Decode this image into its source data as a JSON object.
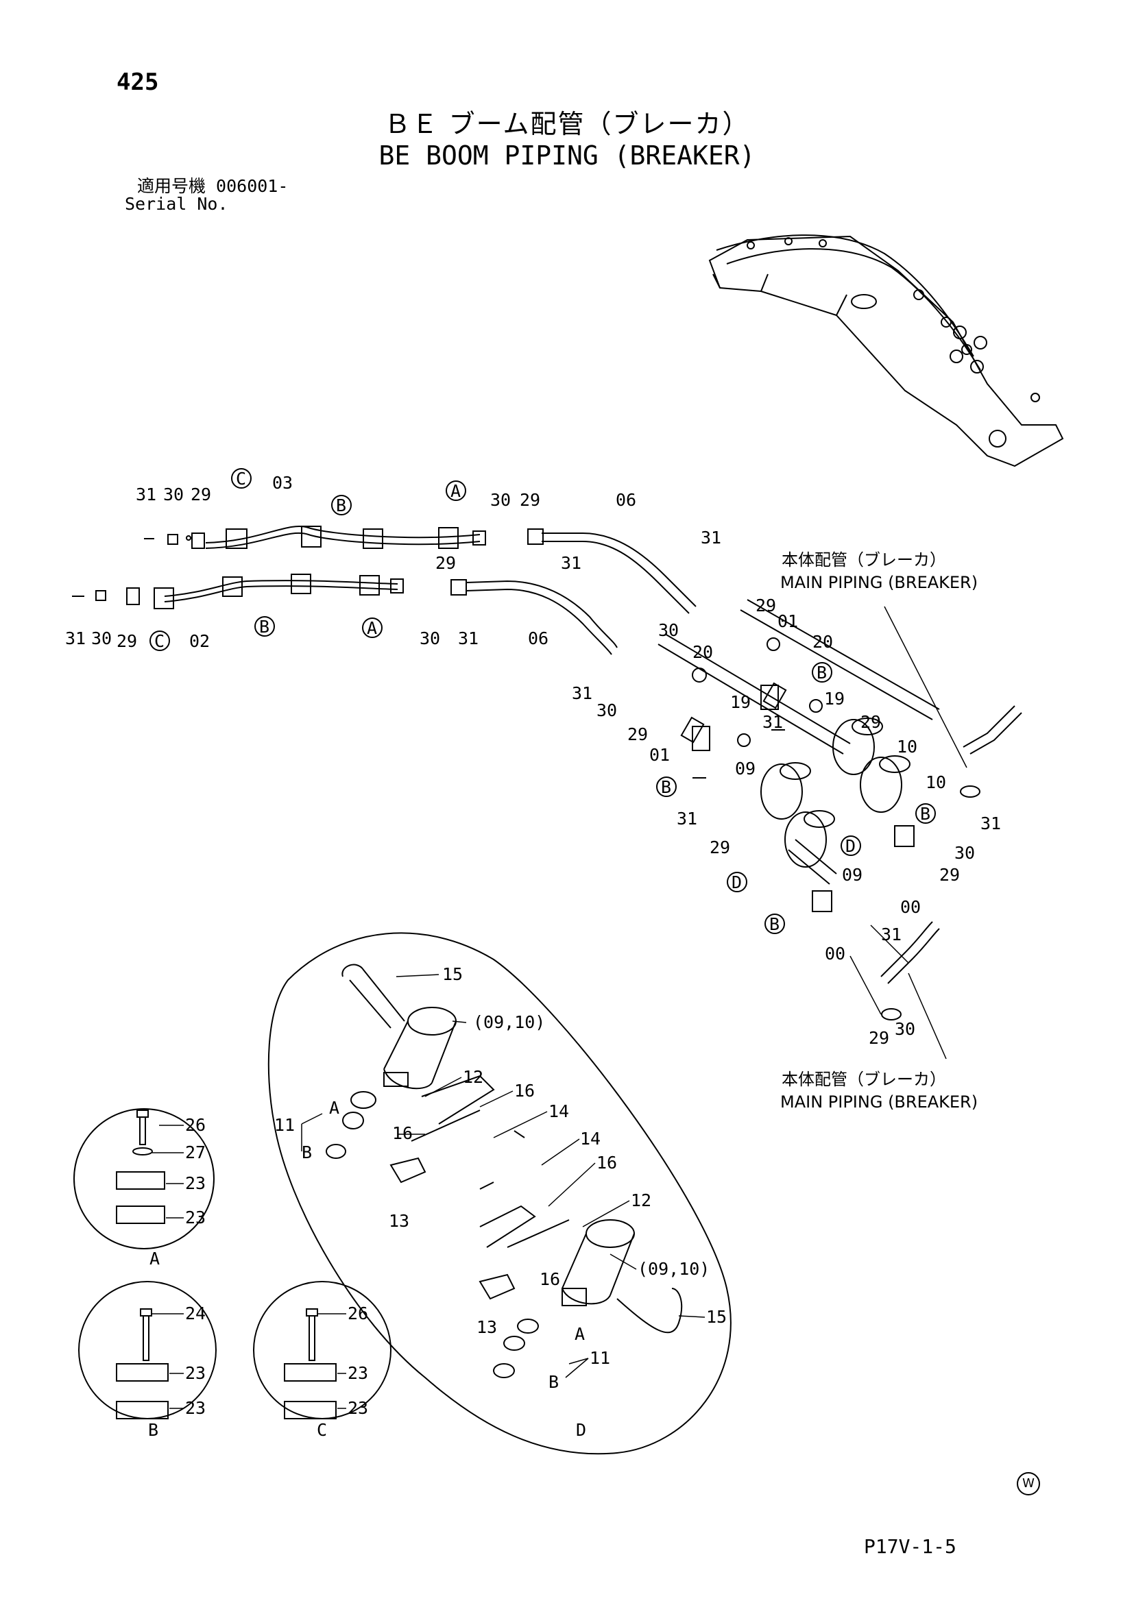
{
  "page_number": "425",
  "title_jp": "ＢＥ ブーム配管（ブレーカ）",
  "title_en": "BE BOOM PIPING (BREAKER)",
  "serial_label_jp": "適用号機 006001-",
  "serial_label_en": "Serial No.",
  "page_code": "P17V-1-5",
  "watermark": "W",
  "annotations": {
    "main_piping_jp": "本体配管（ブレーカ）",
    "main_piping_en": "MAIN PIPING (BREAKER)"
  },
  "callouts": {
    "c_a": "A",
    "c_b": "B",
    "c_c": "C",
    "c_d": "D",
    "p00": "00",
    "p01": "01",
    "p02": "02",
    "p03": "03",
    "p06": "06",
    "p09": "09",
    "p10": "10",
    "p11": "11",
    "p12": "12",
    "p13": "13",
    "p14": "14",
    "p15": "15",
    "p16": "16",
    "p19": "19",
    "p20": "20",
    "p23": "23",
    "p24": "24",
    "p26": "26",
    "p27": "27",
    "p29": "29",
    "p30": "30",
    "p31": "31",
    "p0910": "(09,10)"
  },
  "detail_labels": {
    "detail_a": "A",
    "detail_b": "B",
    "detail_c": "C",
    "detail_d": "D"
  }
}
